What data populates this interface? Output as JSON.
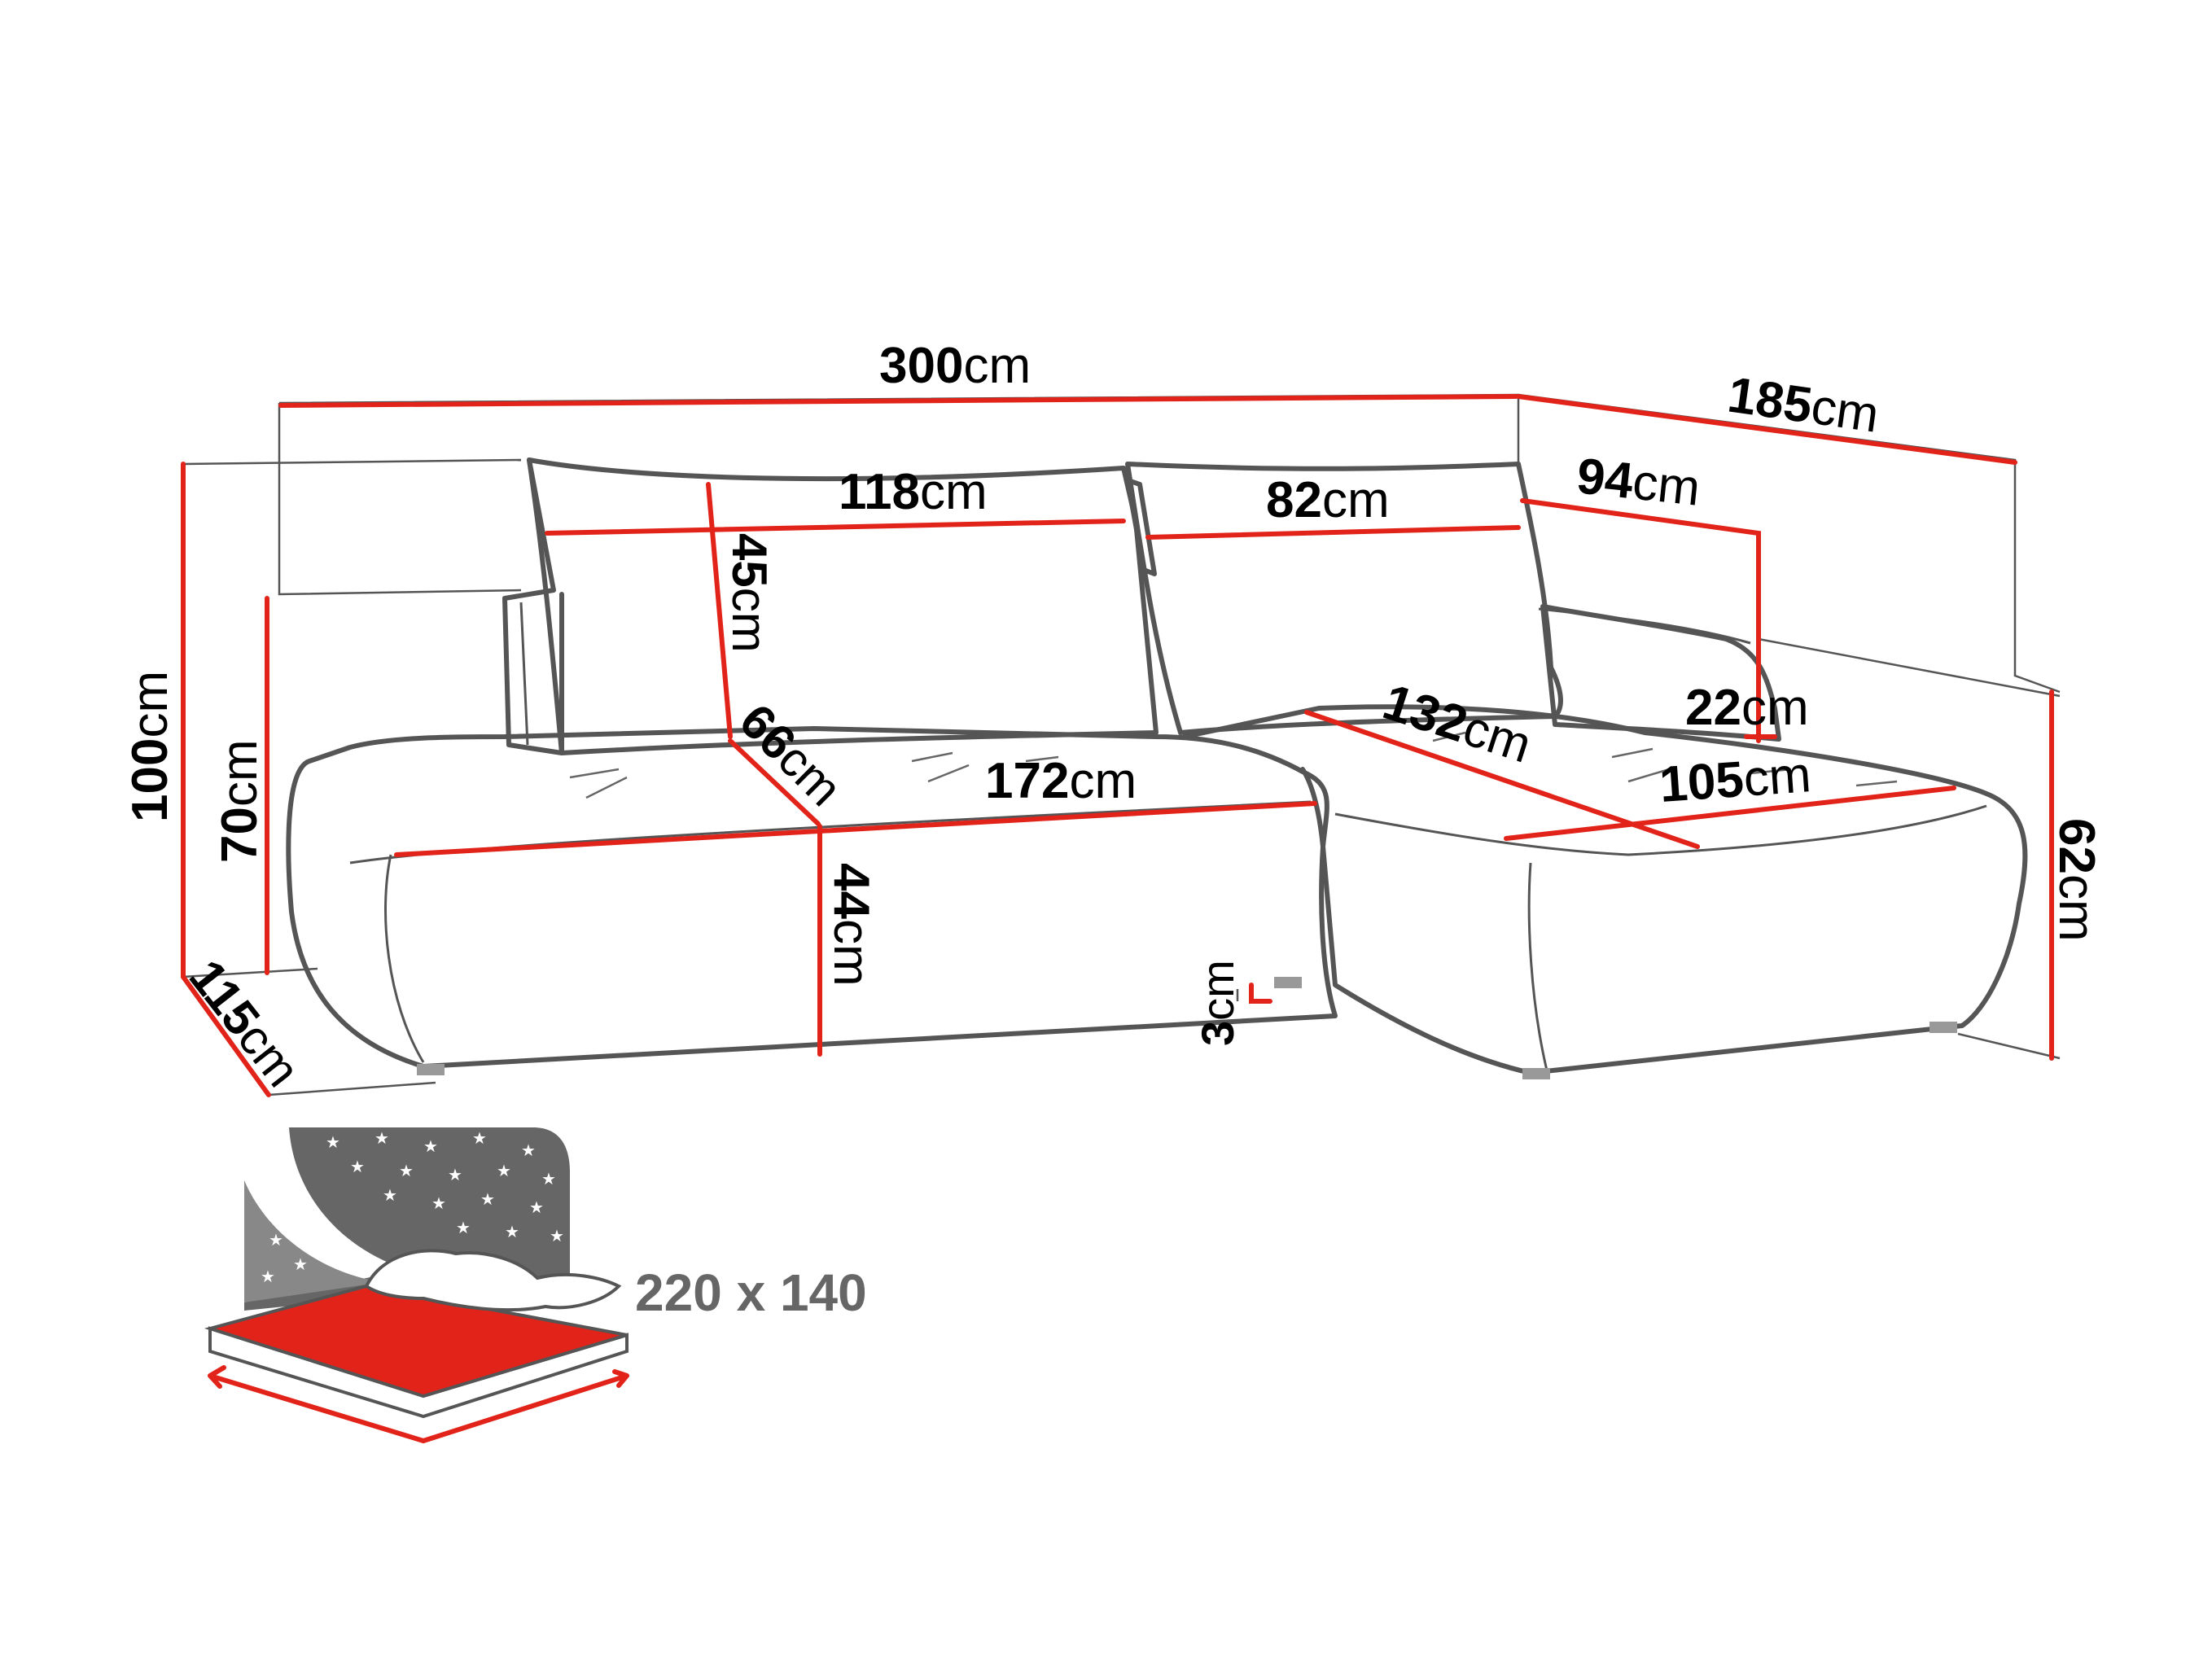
{
  "colors": {
    "dimension_line": "#e2231a",
    "outline": "#555555",
    "bed_surface": "#e2231a",
    "night_panel": "#666666",
    "bed_label": "#666666"
  },
  "dimensions": {
    "total_width": {
      "value": "300",
      "unit": "cm"
    },
    "total_depth": {
      "value": "185",
      "unit": "cm"
    },
    "cushion_left": {
      "value": "118",
      "unit": "cm"
    },
    "cushion_right": {
      "value": "82",
      "unit": "cm"
    },
    "chaise_back": {
      "value": "94",
      "unit": "cm"
    },
    "back_height": {
      "value": "45",
      "unit": "cm"
    },
    "total_height": {
      "value": "100",
      "unit": "cm"
    },
    "armrest_height": {
      "value": "70",
      "unit": "cm"
    },
    "seat_depth": {
      "value": "66",
      "unit": "cm"
    },
    "seat_width": {
      "value": "172",
      "unit": "cm"
    },
    "chaise_length": {
      "value": "132",
      "unit": "cm"
    },
    "chaise_arm": {
      "value": "22",
      "unit": "cm"
    },
    "chaise_width": {
      "value": "105",
      "unit": "cm"
    },
    "seat_height": {
      "value": "44",
      "unit": "cm"
    },
    "chaise_height": {
      "value": "62",
      "unit": "cm"
    },
    "leg_height": {
      "value": "3",
      "unit": "cm"
    },
    "side_depth": {
      "value": "115",
      "unit": "cm"
    }
  },
  "sleeping_area": {
    "label": "220 x 140",
    "icon": "bed-night-icon"
  }
}
